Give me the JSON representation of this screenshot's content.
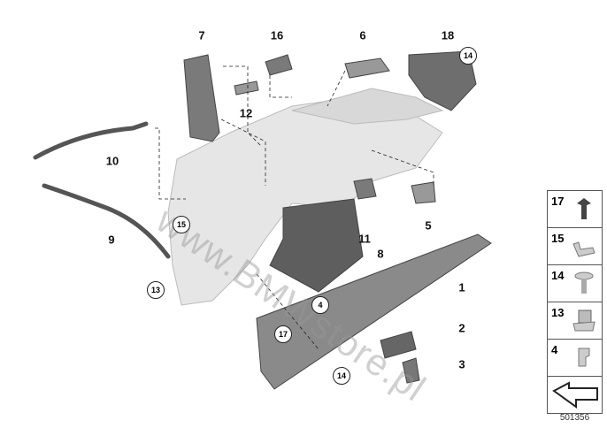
{
  "diagram": {
    "callouts": [
      "7",
      "16",
      "6",
      "18",
      "12",
      "10",
      "9",
      "11",
      "5",
      "8",
      "1",
      "2",
      "3"
    ],
    "circled_callouts": [
      "14",
      "15",
      "13",
      "4",
      "17",
      "14"
    ],
    "watermark": "www.BMWstore.pl",
    "side_panel": [
      "17",
      "15",
      "14",
      "13",
      "4"
    ],
    "diagram_number": "501356"
  }
}
